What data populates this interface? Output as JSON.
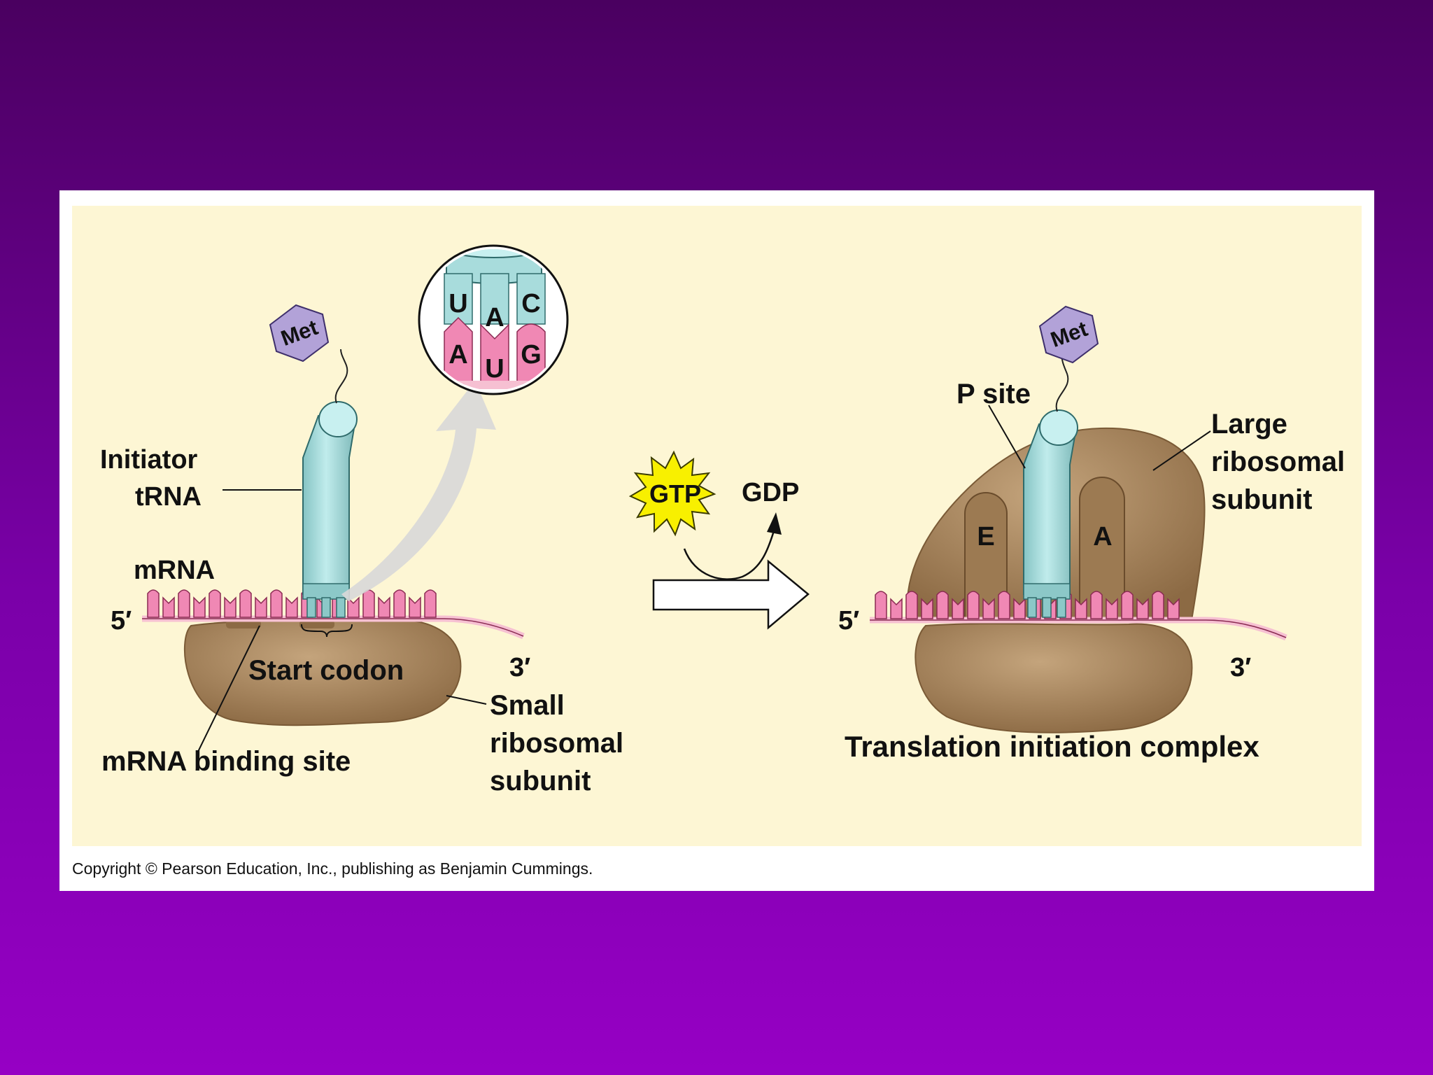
{
  "labels": {
    "met": "Met",
    "initiator_trna": [
      "Initiator",
      "tRNA"
    ],
    "mrna": "mRNA",
    "five_prime": "5′",
    "three_prime": "3′",
    "start_codon": "Start codon",
    "mrna_binding_site": "mRNA binding site",
    "small_subunit": [
      "Small",
      "ribosomal",
      "subunit"
    ],
    "anticodon": [
      "U",
      "A",
      "C"
    ],
    "codon": [
      "A",
      "U",
      "G"
    ],
    "gtp": "GTP",
    "gdp": "GDP",
    "p_site": "P site",
    "large_subunit": [
      "Large",
      "ribosomal",
      "subunit"
    ],
    "e_site": "E",
    "a_site": "A",
    "complex_title": "Translation initiation complex"
  },
  "copyright": "Copyright © Pearson Education, Inc., publishing as Benjamin Cummings.",
  "colors": {
    "background_top": "#4a0060",
    "background_bottom": "#9600c4",
    "figure_bg": "#fdf6d4",
    "ribosome": "#a88560",
    "trna": "#a8dcdc",
    "mrna": "#f088b4",
    "gtp_star": "#f8f000"
  }
}
